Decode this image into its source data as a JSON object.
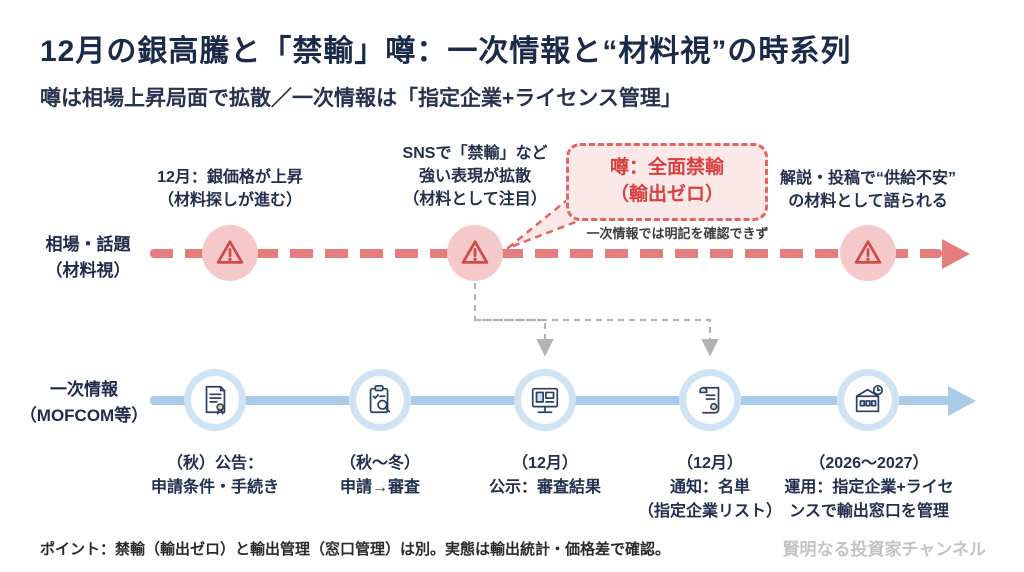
{
  "colors": {
    "accent_red": "#e06666",
    "timeline_red": "#e57d7d",
    "warning_circle_pink": "#f5c9c9",
    "bubble_bg": "#fbe9e9",
    "bubble_text_red": "#d84040",
    "timeline_blue": "#aacbe8",
    "step_circle_blue": "#cfe3f5",
    "icon_navy": "#2d3f63",
    "text_navy": "#1e2b4a",
    "connector_gray": "#b3b3b3",
    "watermark_gray": "#c4c4c4"
  },
  "header": {
    "title": "12月の銀高騰と「禁輸」噂：一次情報と“材料視”の時系列",
    "subtitle": "噂は相場上昇局面で拡散／一次情報は「指定企業+ライセンス管理」"
  },
  "rumor_track": {
    "label": "相場・話題\n（材料視）",
    "marker_icon": "warning-icon",
    "events": [
      {
        "text": "12月：銀価格が上昇\n（材料探しが進む）"
      },
      {
        "text": "SNSで「禁輸」など\n強い表現が拡散\n（材料として注目）"
      },
      {
        "text": "解説・投稿で“供給不安”\nの材料として語られる"
      }
    ],
    "bubble": {
      "text": "噂：全面禁輸\n（輸出ゼロ）",
      "note": "一次情報では明記を確認できず"
    }
  },
  "primary_track": {
    "label": "一次情報\n（MOFCOM等）",
    "events": [
      {
        "icon": "certificate-icon",
        "text": "（秋）公告：\n申請条件・手続き"
      },
      {
        "icon": "clipboard-review-icon",
        "text": "（秋〜冬）\n申請→審査"
      },
      {
        "icon": "notice-board-icon",
        "text": "（12月）\n公示：審査結果"
      },
      {
        "icon": "scroll-seal-icon",
        "text": "（12月）\n通知：名単\n（指定企業リスト）"
      },
      {
        "icon": "building-clock-icon",
        "text": "（2026〜2027）\n運用：指定企業+ライセ\nンスで輸出窓口を管理"
      }
    ]
  },
  "footer": {
    "note": "ポイント：禁輸（輸出ゼロ）と輸出管理（窓口管理）は別。実態は輸出統計・価格差で確認。",
    "watermark": "賢明なる投資家チャンネル"
  }
}
